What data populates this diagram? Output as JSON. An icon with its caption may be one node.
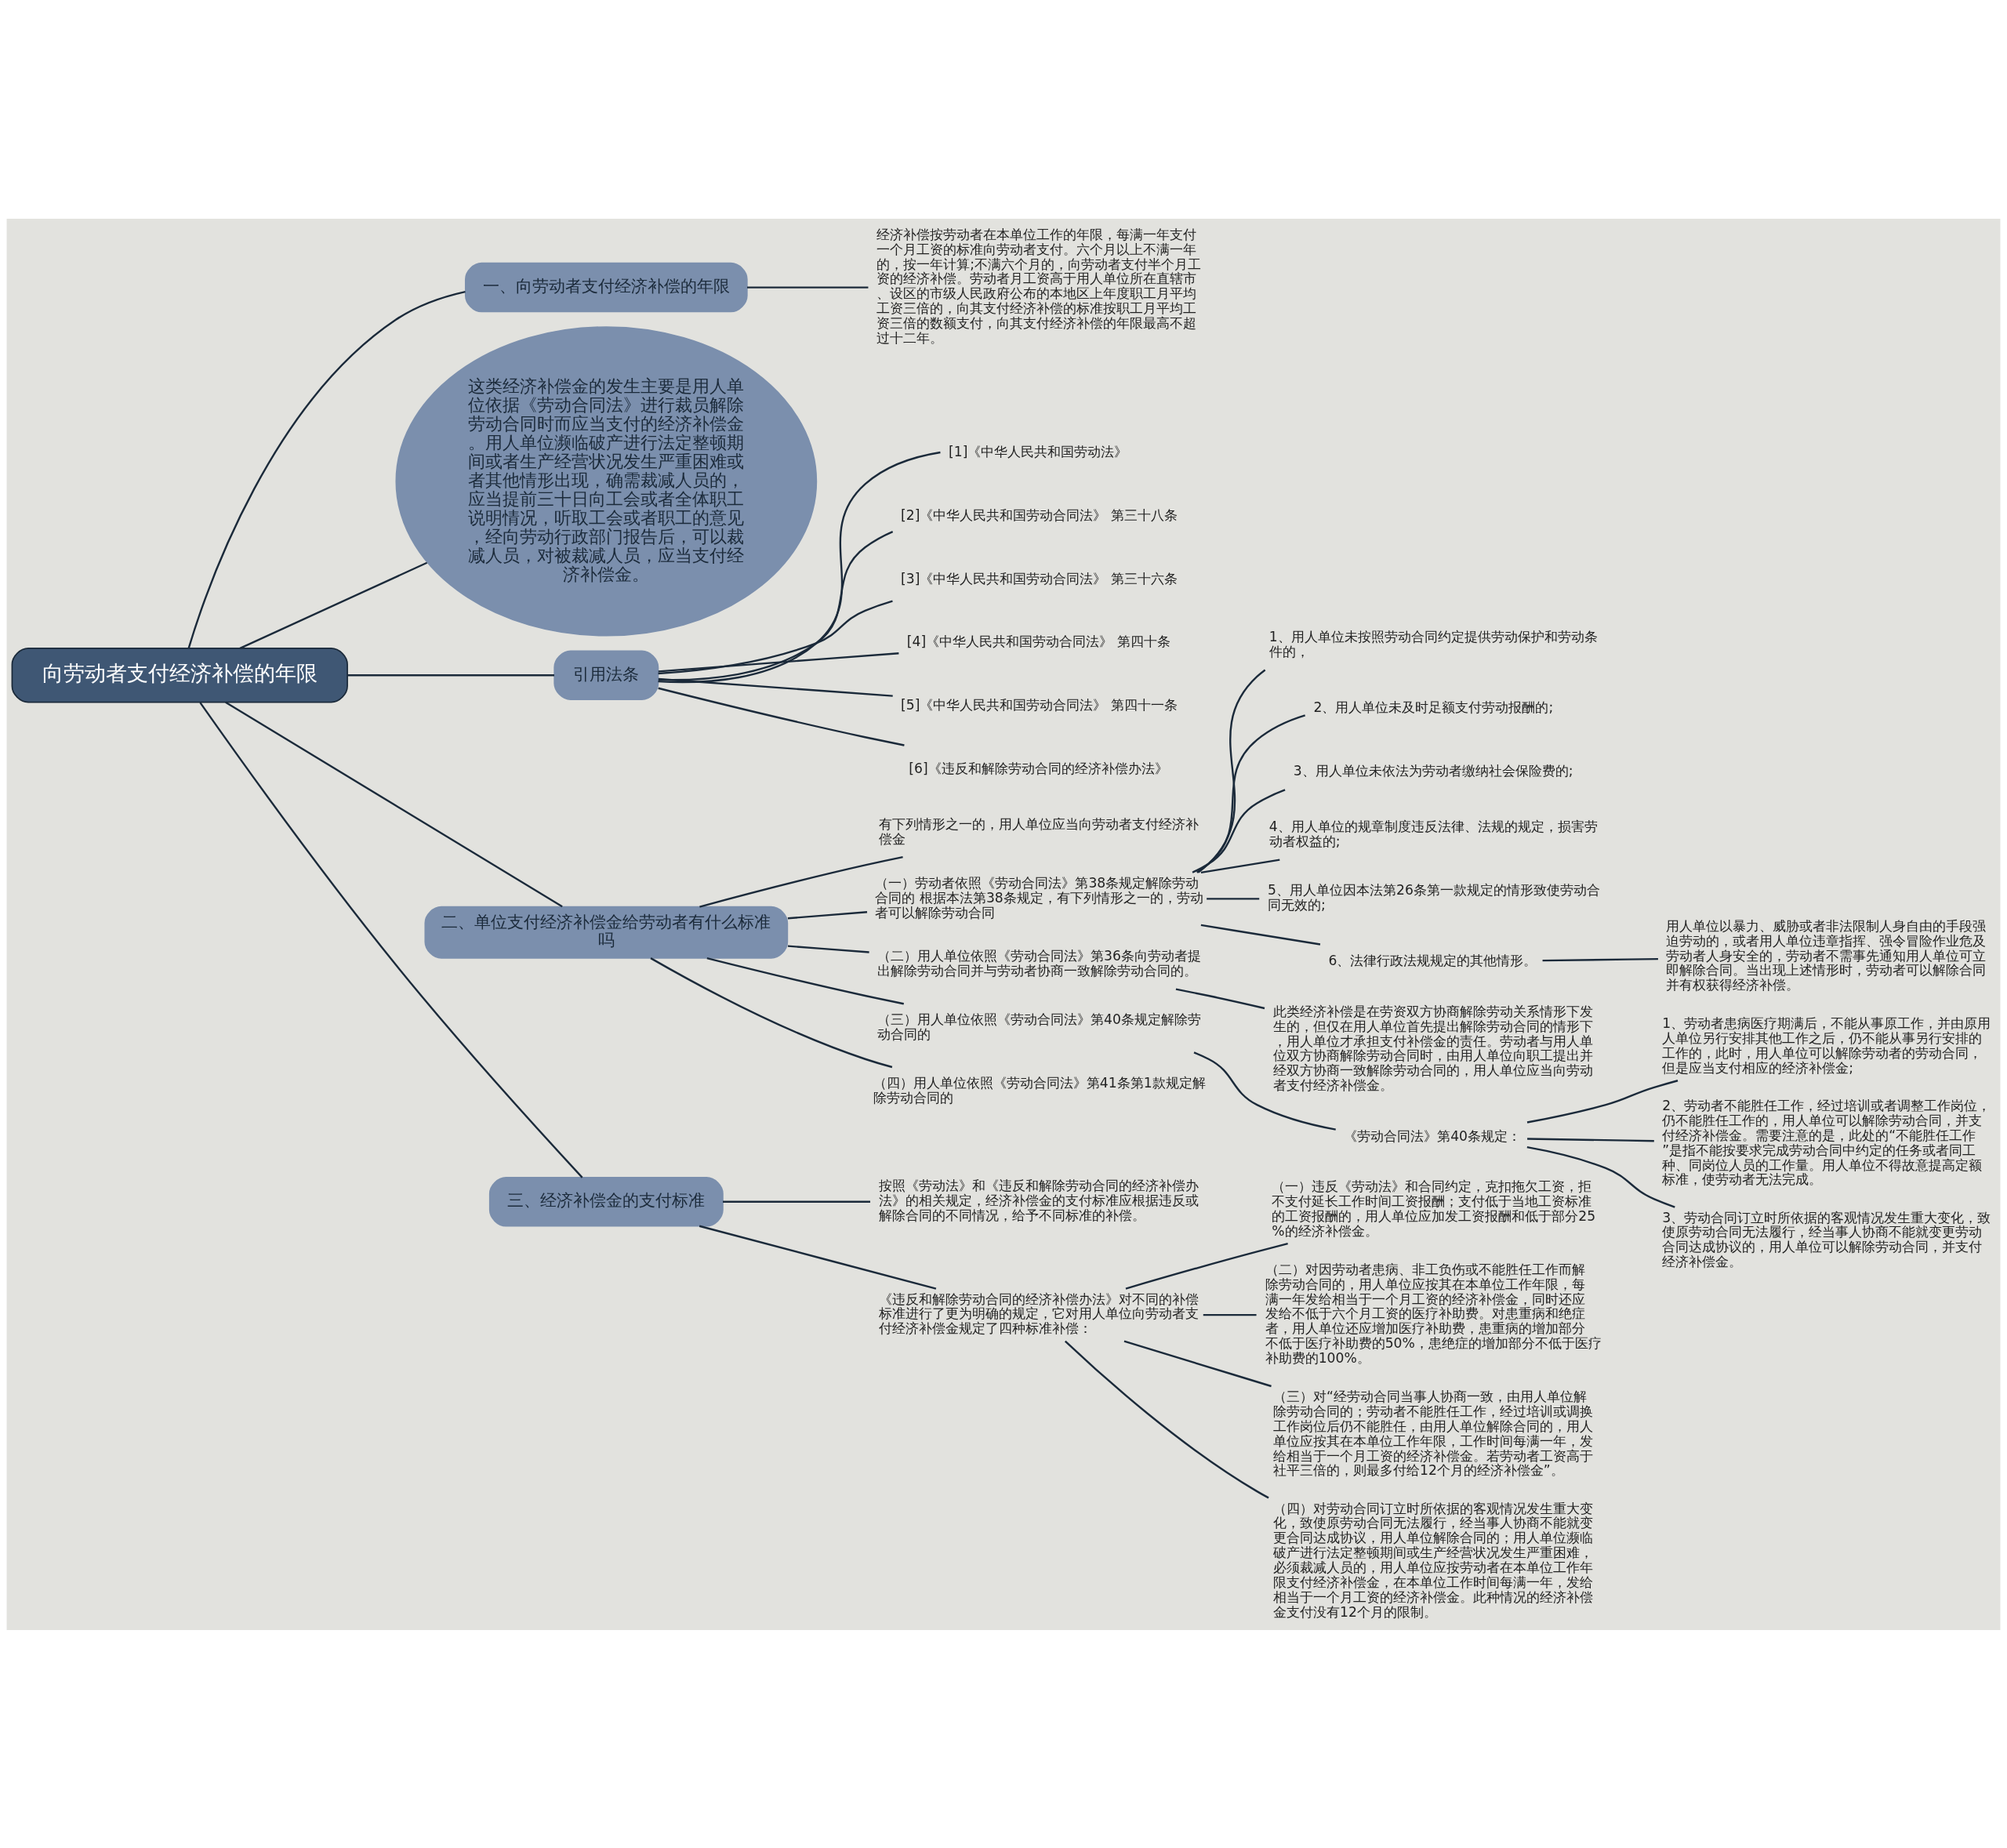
{
  "diagram": {
    "nodes": [
      {
        "text": [
          "向劳动者支付经济补偿的年限"
        ]
      },
      {
        "text": [
          "一、向劳动者支付经济补偿的年限"
        ]
      },
      {
        "text": [
          "经济补偿按劳动者在本单位工作的年限，每满一年支付一个月工资的标准向劳动者支付。六个月以上不满一年的，按一年计算;不满六个月的，向劳动者支付半个月工资的经济补偿。劳动者月工资高于用人单位所在直辖市、设区的市级人民政府公布的本地区上年度职工月平均工资三倍的，向其支付经济补偿的标准按职工月平均工资三倍的数额支付，向其支付经济补偿的年限最高不超过十二年。"
        ]
      },
      {
        "text": [
          "这类经济补偿金的发生主要是用人单位依据《劳动合同法》进行裁员解除劳动合同时而应当支付的经济补偿金。用人单位濒临破产进行法定整顿期间或者生产经营状况发生严重困难或者其他情形出现，确需裁减人员的，应当提前三十日向工会或者全体职工说明情况，听取工会或者职工的意见，经向劳动行政部门报告后，可以裁减人员，对被裁减人员，应当支付经济补偿金。"
        ]
      },
      {
        "text": [
          "引用法条"
        ]
      },
      {
        "text": [
          "[1]《中华人民共和国劳动法》"
        ]
      },
      {
        "text": [
          "[2]《中华人民共和国劳动合同法》 第三十八条"
        ]
      },
      {
        "text": [
          "[3]《中华人民共和国劳动合同法》 第三十六条"
        ]
      },
      {
        "text": [
          "[4]《中华人民共和国劳动合同法》 第四十条"
        ]
      },
      {
        "text": [
          "[5]《中华人民共和国劳动合同法》 第四十一条"
        ]
      },
      {
        "text": [
          "[6]《违反和解除劳动合同的经济补偿办法》"
        ]
      },
      {
        "text": [
          "二、单位支付经济补偿金给劳动者有什么标准吗"
        ]
      },
      {
        "text": [
          "有下列情形之一的，用人单位应当向劳动者支付经济补偿金"
        ]
      },
      {
        "text": [
          "（一）劳动者依照《劳动合同法》第38条规定解除劳动合同的 根据本法第38条规定，有下列情形之一的，劳动者可以解除劳动合同"
        ]
      },
      {
        "text": [
          "1、用人单位未按照劳动合同约定提供劳动保护和劳动条件的，"
        ]
      },
      {
        "text": [
          "2、用人单位未及时足额支付劳动报酬的;"
        ]
      },
      {
        "text": [
          "3、用人单位未依法为劳动者缴纳社会保险费的;"
        ]
      },
      {
        "text": [
          "4、用人单位的规章制度违反法律、法规的规定，损害劳动者权益的;"
        ]
      },
      {
        "text": [
          "5、用人单位因本法第26条第一款规定的情形致使劳动合同无效的;"
        ]
      },
      {
        "text": [
          "6、法律行政法规规定的其他情形。"
        ]
      },
      {
        "text": [
          "用人单位以暴力、威胁或者非法限制人身自由的手段强迫劳动的，或者用人单位违章指挥、强令冒险作业危及劳动者人身安全的，劳动者不需事先通知用人单位可立即解除合同。当出现上述情形时，劳动者可以解除合同并有权获得经济补偿。"
        ]
      },
      {
        "text": [
          "（二）用人单位依照《劳动合同法》第36条向劳动者提出解除劳动合同并与劳动者协商一致解除劳动合同的。"
        ]
      },
      {
        "text": [
          "此类经济补偿是在劳资双方协商解除劳动关系情形下发生的，但仅在用人单位首先提出解除劳动合同的情形下，用人单位才承担支付补偿金的责任。劳动者与用人单位双方协商解除劳动合同时，由用人单位向职工提出并经双方协商一致解除劳动合同的，用人单位应当向劳动者支付经济补偿金。"
        ]
      },
      {
        "text": [
          "（三）用人单位依照《劳动合同法》第40条规定解除劳动合同的"
        ]
      },
      {
        "text": [
          "《劳动合同法》第40条规定："
        ]
      },
      {
        "text": [
          "1、劳动者患病医疗期满后，不能从事原工作，并由原用人单位另行安排其他工作之后，仍不能从事另行安排的工作的，此时，用人单位可以解除劳动者的劳动合同，但是应当支付相应的经济补偿金;"
        ]
      },
      {
        "text": [
          "2、劳动者不能胜任工作，经过培训或者调整工作岗位，仍不能胜任工作的，用人单位可以解除劳动合同，并支付经济补偿金。需要注意的是，此处的“不能胜任工作”是指不能按要求完成劳动合同中约定的任务或者同工种、同岗位人员的工作量。用人单位不得故意提高定额标准，使劳动者无法完成。"
        ]
      },
      {
        "text": [
          "3、劳动合同订立时所依据的客观情况发生重大变化，致使原劳动合同无法履行，经当事人协商不能就变更劳动合同达成协议的，用人单位可以解除劳动合同，并支付经济补偿金。"
        ]
      },
      {
        "text": [
          "（四）用人单位依照《劳动合同法》第41条第1款规定解除劳动合同的"
        ]
      },
      {
        "text": [
          "三、经济补偿金的支付标准"
        ]
      },
      {
        "text": [
          "按照《劳动法》和《违反和解除劳动合同的经济补偿办法》的相关规定，经济补偿金的支付标准应根据违反或解除合同的不同情况，给予不同标准的补偿。"
        ]
      },
      {
        "text": [
          "《违反和解除劳动合同的经济补偿办法》对不同的补偿标准进行了更为明确的规定，它对用人单位向劳动者支付经济补偿金规定了四种标准补偿："
        ]
      },
      {
        "text": [
          "（一）违反《劳动法》和合同约定，克扣拖欠工资，拒不支付延长工作时间工资报酬；支付低于当地工资标准的工资报酬的，用人单位应加发工资报酬和低于部分25%的经济补偿金。"
        ]
      },
      {
        "text": [
          "（二）对因劳动者患病、非工负伤或不能胜任工作而解除劳动合同的，用人单位应按其在本单位工作年限，每满一年发给相当于一个月工资的经济补偿金，同时还应发给不低于六个月工资的医疗补助费。对患重病和绝症者，用人单位还应增加医疗补助费，患重病的增加部分不低于医疗补助费的50%，患绝症的增加部分不低于医疗补助费的100%。"
        ]
      },
      {
        "text": [
          "（三）对“经劳动合同当事人协商一致，由用人单位解除劳动合同的；劳动者不能胜任工作，经过培训或调换工作岗位后仍不能胜任，由用人单位解除合同的，用人单位应按其在本单位工作年限，工作时间每满一年，发给相当于一个月工资的经济补偿金。若劳动者工资高于社平三倍的，则最多付给12个月的经济补偿金”。"
        ]
      },
      {
        "text": [
          "（四）对劳动合同订立时所依据的客观情况发生重大变化，致使原劳动合同无法履行，经当事人协商不能就变更合同达成协议，用人单位解除合同的；用人单位濒临破产进行法定整顿期间或生产经营状况发生严重困难，必须裁减人员的，用人单位应按劳动者在本单位工作年限支付经济补偿金，在本单位工作时间每满一年，发给相当于一个月工资的经济补偿金。此种情况的经济补偿金支付没有12个月的限制。"
        ]
      }
    ],
    "edges": [
      {
        "from": 0,
        "to": 1,
        "arrow": "none"
      },
      {
        "from": 1,
        "to": 2,
        "arrow": "none"
      },
      {
        "from": 0,
        "to": 3,
        "arrow": "none"
      },
      {
        "from": 0,
        "to": 4,
        "arrow": "none"
      },
      {
        "from": 4,
        "to": 5,
        "arrow": "none"
      },
      {
        "from": 4,
        "to": 6,
        "arrow": "none"
      },
      {
        "from": 4,
        "to": 7,
        "arrow": "none"
      },
      {
        "from": 4,
        "to": 8,
        "arrow": "none"
      },
      {
        "from": 4,
        "to": 9,
        "arrow": "none"
      },
      {
        "from": 4,
        "to": 10,
        "arrow": "none"
      },
      {
        "from": 0,
        "to": 11,
        "arrow": "none"
      },
      {
        "from": 11,
        "to": 12,
        "arrow": "none"
      },
      {
        "from": 11,
        "to": 13,
        "arrow": "none"
      },
      {
        "from": 13,
        "to": 14,
        "arrow": "none"
      },
      {
        "from": 13,
        "to": 15,
        "arrow": "none"
      },
      {
        "from": 13,
        "to": 16,
        "arrow": "none"
      },
      {
        "from": 13,
        "to": 17,
        "arrow": "none"
      },
      {
        "from": 13,
        "to": 18,
        "arrow": "none"
      },
      {
        "from": 13,
        "to": 19,
        "arrow": "none"
      },
      {
        "from": 19,
        "to": 20,
        "arrow": "none"
      },
      {
        "from": 11,
        "to": 21,
        "arrow": "none"
      },
      {
        "from": 21,
        "to": 22,
        "arrow": "none"
      },
      {
        "from": 11,
        "to": 23,
        "arrow": "none"
      },
      {
        "from": 23,
        "to": 24,
        "arrow": "none"
      },
      {
        "from": 24,
        "to": 25,
        "arrow": "none"
      },
      {
        "from": 24,
        "to": 26,
        "arrow": "none"
      },
      {
        "from": 24,
        "to": 27,
        "arrow": "none"
      },
      {
        "from": 11,
        "to": 28,
        "arrow": "none"
      },
      {
        "from": 0,
        "to": 29,
        "arrow": "none"
      },
      {
        "from": 29,
        "to": 30,
        "arrow": "none"
      },
      {
        "from": 29,
        "to": 31,
        "arrow": "none"
      },
      {
        "from": 31,
        "to": 32,
        "arrow": "none"
      },
      {
        "from": 31,
        "to": 33,
        "arrow": "none"
      },
      {
        "from": 31,
        "to": 34,
        "arrow": "none"
      },
      {
        "from": 31,
        "to": 35,
        "arrow": "none"
      }
    ]
  }
}
